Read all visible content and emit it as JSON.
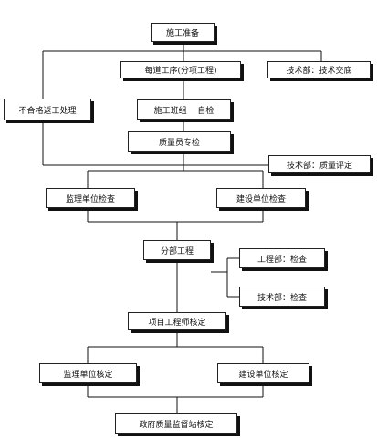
{
  "flowchart": {
    "nodes": {
      "start": "施工准备",
      "process": "每道工序(分项工程)",
      "tech_handover": "技术部：技术交底",
      "rework": "不合格返工处理",
      "team_selfcheck": "施工班组　 自检",
      "qc_inspector": "质量员专检",
      "tech_eval": "技术部：质量评定",
      "supervisor_check": "监理单位检查",
      "owner_check": "建设单位检查",
      "sub_project": "分部工程",
      "eng_check": "工程部：检查",
      "tech_check": "技术部：检查",
      "pm_verify": "项目工程师核定",
      "supervisor_verify": "监理单位核定",
      "owner_verify": "建设单位核定",
      "gov_verify": "政府质量监督站核定"
    }
  }
}
